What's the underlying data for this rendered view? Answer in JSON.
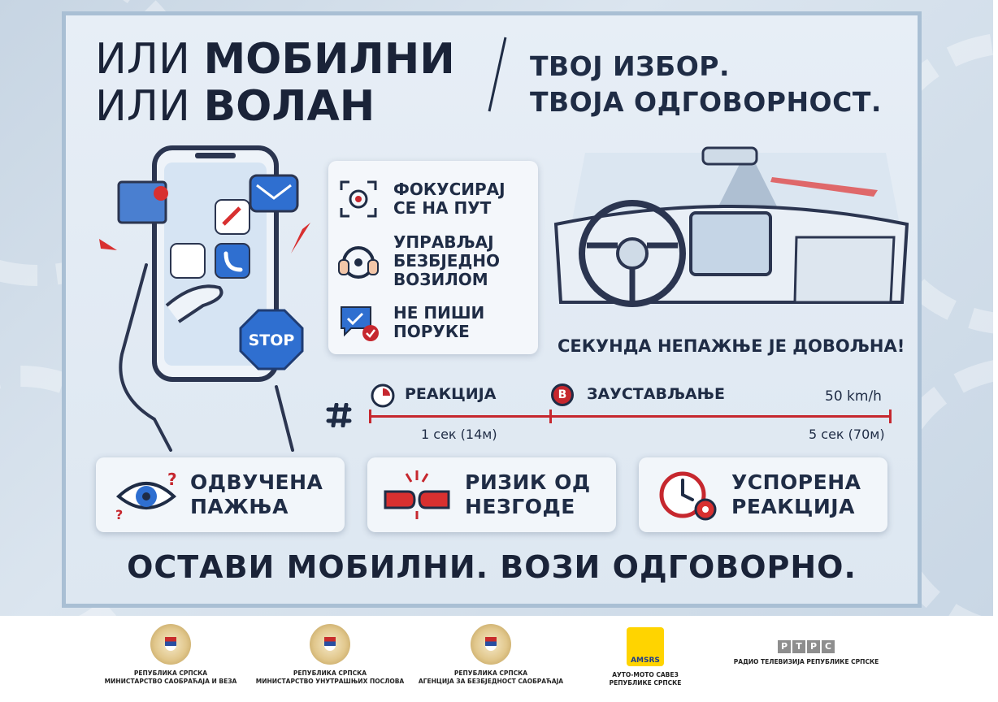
{
  "headline": {
    "prefix_1": "ИЛИ ",
    "bold_1": "МОБИЛНИ",
    "prefix_2": "ИЛИ ",
    "bold_2": "ВОЛАН",
    "sub_1": "ТВОЈ ИЗБОР.",
    "sub_2": "ТВОЈА ОДГОВОРНОСТ."
  },
  "phone_sign": "STOP",
  "tips": [
    {
      "icon": "focus-target-icon",
      "line1": "ФОКУСИРАЈ",
      "line2": "СЕ НА ПУТ",
      "line3": ""
    },
    {
      "icon": "steering-hands-icon",
      "line1": "УПРАВЉАЈ",
      "line2": "БЕЗБЈЕДНО",
      "line3": "ВОЗИЛОМ"
    },
    {
      "icon": "no-message-icon",
      "line1": "НЕ ПИШИ",
      "line2": "ПОРУКЕ",
      "line3": ""
    }
  ],
  "warning": "СЕКУНДА НЕПАЖЊЕ ЈЕ ДОВОЉНА!",
  "timeline": {
    "reaction_label": "РЕАКЦИЈА",
    "stop_badge": "B",
    "stop_label": "ЗАУСТАВЉАЊЕ",
    "speed": "50 km/h",
    "t1": "1 сек (14м)",
    "t2": "5 сек (70м)"
  },
  "cards": [
    {
      "icon": "eye-question-icon",
      "line1": "ОДВУЧЕНА",
      "line2": "ПАЖЊА"
    },
    {
      "icon": "collision-icon",
      "line1": "РИЗИК ОД",
      "line2": "НЕЗГОДЕ"
    },
    {
      "icon": "clock-gear-icon",
      "line1": "УСПОРЕНА",
      "line2": "РЕАКЦИЈА"
    }
  ],
  "slogan": "ОСТАВИ МОБИЛНИ. ВОЗИ ОДГОВОРНО.",
  "logos": [
    {
      "line1": "РЕПУБЛИКА СРПСКА",
      "line2": "МИНИСТАРСТВО САОБРАЋАЈА И ВЕЗА"
    },
    {
      "line1": "РЕПУБЛИКА СРПСКА",
      "line2": "МИНИСТАРСТВО УНУТРАШЊИХ ПОСЛОВА"
    },
    {
      "line1": "РЕПУБЛИКА СРПСКА",
      "line2": "АГЕНЦИЈА ЗА БЕЗБЈЕДНОСТ САОБРАЋАЈА"
    },
    {
      "line1": "АУТО-МОТО САВЕЗ",
      "line2": "РЕПУБЛИКЕ СРПСКЕ",
      "mark": "AMSRS"
    },
    {
      "line1": "РАДИО ТЕЛЕВИЗИЈА РЕПУБЛИКЕ СРПСКЕ",
      "line2": "",
      "mark": [
        "Р",
        "Т",
        "Р",
        "С"
      ]
    }
  ],
  "colors": {
    "accent_red": "#c6272e",
    "navy_text": "#1a2338",
    "phone_blue": "#2f6fd0"
  }
}
